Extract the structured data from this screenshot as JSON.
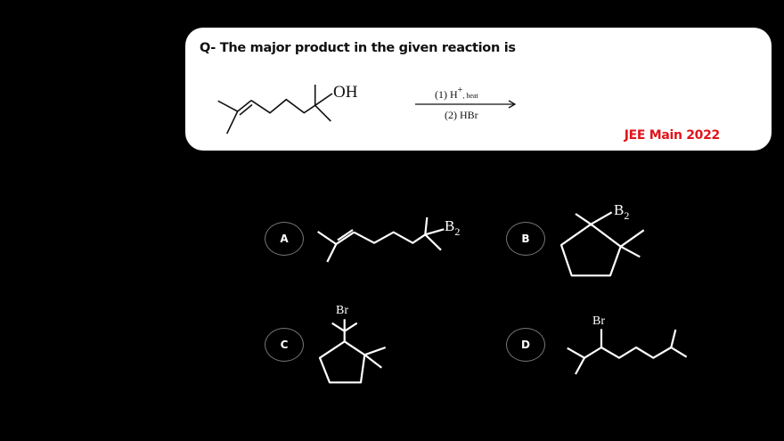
{
  "question": {
    "text": "Q-  The major product in the given reaction is",
    "exam_tag": "JEE Main 2022",
    "reactant_group": "OH",
    "reagent_1": "(1) H",
    "reagent_1_sup": "+",
    "reagent_1_suffix": ", heat",
    "reagent_2": "(2) HBr"
  },
  "options": [
    {
      "label": "A",
      "group": "B",
      "group_sub": "2"
    },
    {
      "label": "B",
      "group": "B",
      "group_sub": "2"
    },
    {
      "label": "C",
      "group": "Br"
    },
    {
      "label": "D",
      "group": "Br"
    }
  ],
  "colors": {
    "accent": "#e0141b",
    "background": "#000000",
    "card": "#ffffff"
  }
}
